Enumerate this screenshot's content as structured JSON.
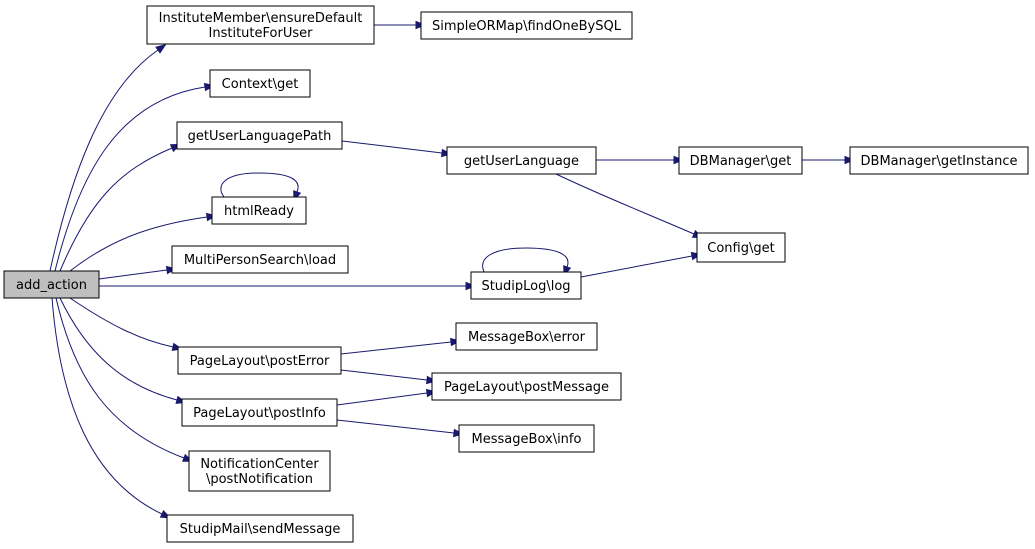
{
  "graph": {
    "edge_color": "#191970",
    "root_fill": "#bfbfbf",
    "node_fill": "#ffffff",
    "nodes": {
      "add_action": {
        "lines": [
          "add_action"
        ]
      },
      "institute_member": {
        "lines": [
          "InstituteMember\\ensureDefault",
          "InstituteForUser"
        ]
      },
      "simpleormap": {
        "lines": [
          "SimpleORMap\\findOneBySQL"
        ]
      },
      "context_get": {
        "lines": [
          "Context\\get"
        ]
      },
      "get_user_language_path": {
        "lines": [
          "getUserLanguagePath"
        ]
      },
      "get_user_language": {
        "lines": [
          "getUserLanguage"
        ]
      },
      "dbmanager_get": {
        "lines": [
          "DBManager\\get"
        ]
      },
      "dbmanager_getinstance": {
        "lines": [
          "DBManager\\getInstance"
        ]
      },
      "html_ready": {
        "lines": [
          "htmlReady"
        ]
      },
      "config_get": {
        "lines": [
          "Config\\get"
        ]
      },
      "multiperson_load": {
        "lines": [
          "MultiPersonSearch\\load"
        ]
      },
      "studiplog_log": {
        "lines": [
          "StudipLog\\log"
        ]
      },
      "messagebox_error": {
        "lines": [
          "MessageBox\\error"
        ]
      },
      "pagelayout_posterror": {
        "lines": [
          "PageLayout\\postError"
        ]
      },
      "pagelayout_postmessage": {
        "lines": [
          "PageLayout\\postMessage"
        ]
      },
      "pagelayout_postinfo": {
        "lines": [
          "PageLayout\\postInfo"
        ]
      },
      "messagebox_info": {
        "lines": [
          "MessageBox\\info"
        ]
      },
      "notification_center": {
        "lines": [
          "NotificationCenter",
          "\\postNotification"
        ]
      },
      "studipmail_send": {
        "lines": [
          "StudipMail\\sendMessage"
        ]
      }
    },
    "edges": [
      [
        "add_action",
        "institute_member"
      ],
      [
        "add_action",
        "context_get"
      ],
      [
        "add_action",
        "get_user_language_path"
      ],
      [
        "add_action",
        "html_ready"
      ],
      [
        "add_action",
        "multiperson_load"
      ],
      [
        "add_action",
        "studiplog_log"
      ],
      [
        "add_action",
        "pagelayout_posterror"
      ],
      [
        "add_action",
        "pagelayout_postinfo"
      ],
      [
        "add_action",
        "notification_center"
      ],
      [
        "add_action",
        "studipmail_send"
      ],
      [
        "institute_member",
        "simpleormap"
      ],
      [
        "get_user_language_path",
        "get_user_language"
      ],
      [
        "get_user_language",
        "dbmanager_get"
      ],
      [
        "get_user_language",
        "config_get"
      ],
      [
        "dbmanager_get",
        "dbmanager_getinstance"
      ],
      [
        "html_ready",
        "html_ready"
      ],
      [
        "studiplog_log",
        "studiplog_log"
      ],
      [
        "studiplog_log",
        "config_get"
      ],
      [
        "pagelayout_posterror",
        "messagebox_error"
      ],
      [
        "pagelayout_posterror",
        "pagelayout_postmessage"
      ],
      [
        "pagelayout_postinfo",
        "pagelayout_postmessage"
      ],
      [
        "pagelayout_postinfo",
        "messagebox_info"
      ]
    ]
  }
}
